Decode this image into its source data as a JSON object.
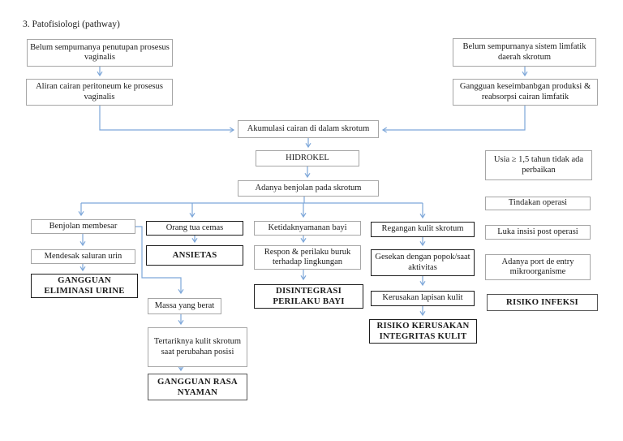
{
  "title": "3. Patofisiologi (pathway)",
  "colors": {
    "arrow": "#7da7d9",
    "border_light": "#a6a6a6",
    "border_dark": "#1c1c1c",
    "background": "#ffffff",
    "text": "#1a1a1a"
  },
  "nodes": {
    "belum_penutupan": "Belum sempurnanya penutupan prosesus vaginalis",
    "aliran_cairan": "Aliran cairan peritoneum ke prosesus vaginalis",
    "belum_limfatik": "Belum sempurnanya sistem limfatik daerah skrotum",
    "gangguan_keseimbangan": "Gangguan keseimbanbgan produksi & reabsorpsi cairan limfatik",
    "akumulasi": "Akumulasi cairan di dalam skrotum",
    "hidrokel": "HIDROKEL",
    "benjolan_skrotum": "Adanya benjolan pada skrotum",
    "benjolan_membesar": "Benjolan membesar",
    "mendesak": "Mendesak saluran urin",
    "gangguan_eliminasi": "GANGGUAN ELIMINASI URINE",
    "orang_tua_cemas": "Orang tua cemas",
    "ansietas": "ANSIETAS",
    "massa_berat": "Massa yang berat",
    "tertarik_kulit": "Tertariknya kulit skrotum saat perubahan posisi",
    "gangguan_nyaman": "GANGGUAN RASA NYAMAN",
    "ketidaknyamanan": "Ketidaknyamanan bayi",
    "respon_perilaku": "Respon & perilaku buruk terhadap lingkungan",
    "disintegrasi": "DISINTEGRASI PERILAKU BAYI",
    "regangan": "Regangan kulit skrotum",
    "gesekan": "Gesekan dengan popok/saat aktivitas",
    "kerusakan_lapisan": "Kerusakan lapisan kulit",
    "risiko_integritas": "RISIKO KERUSAKAN INTEGRITAS KULIT",
    "usia": "Usia ≥ 1,5 tahun tidak ada perbaikan",
    "tindakan": "Tindakan operasi",
    "luka_insisi": "Luka insisi post operasi",
    "port_entry": "Adanya port de entry mikroorganisme",
    "risiko_infeksi": "RISIKO INFEKSI"
  }
}
